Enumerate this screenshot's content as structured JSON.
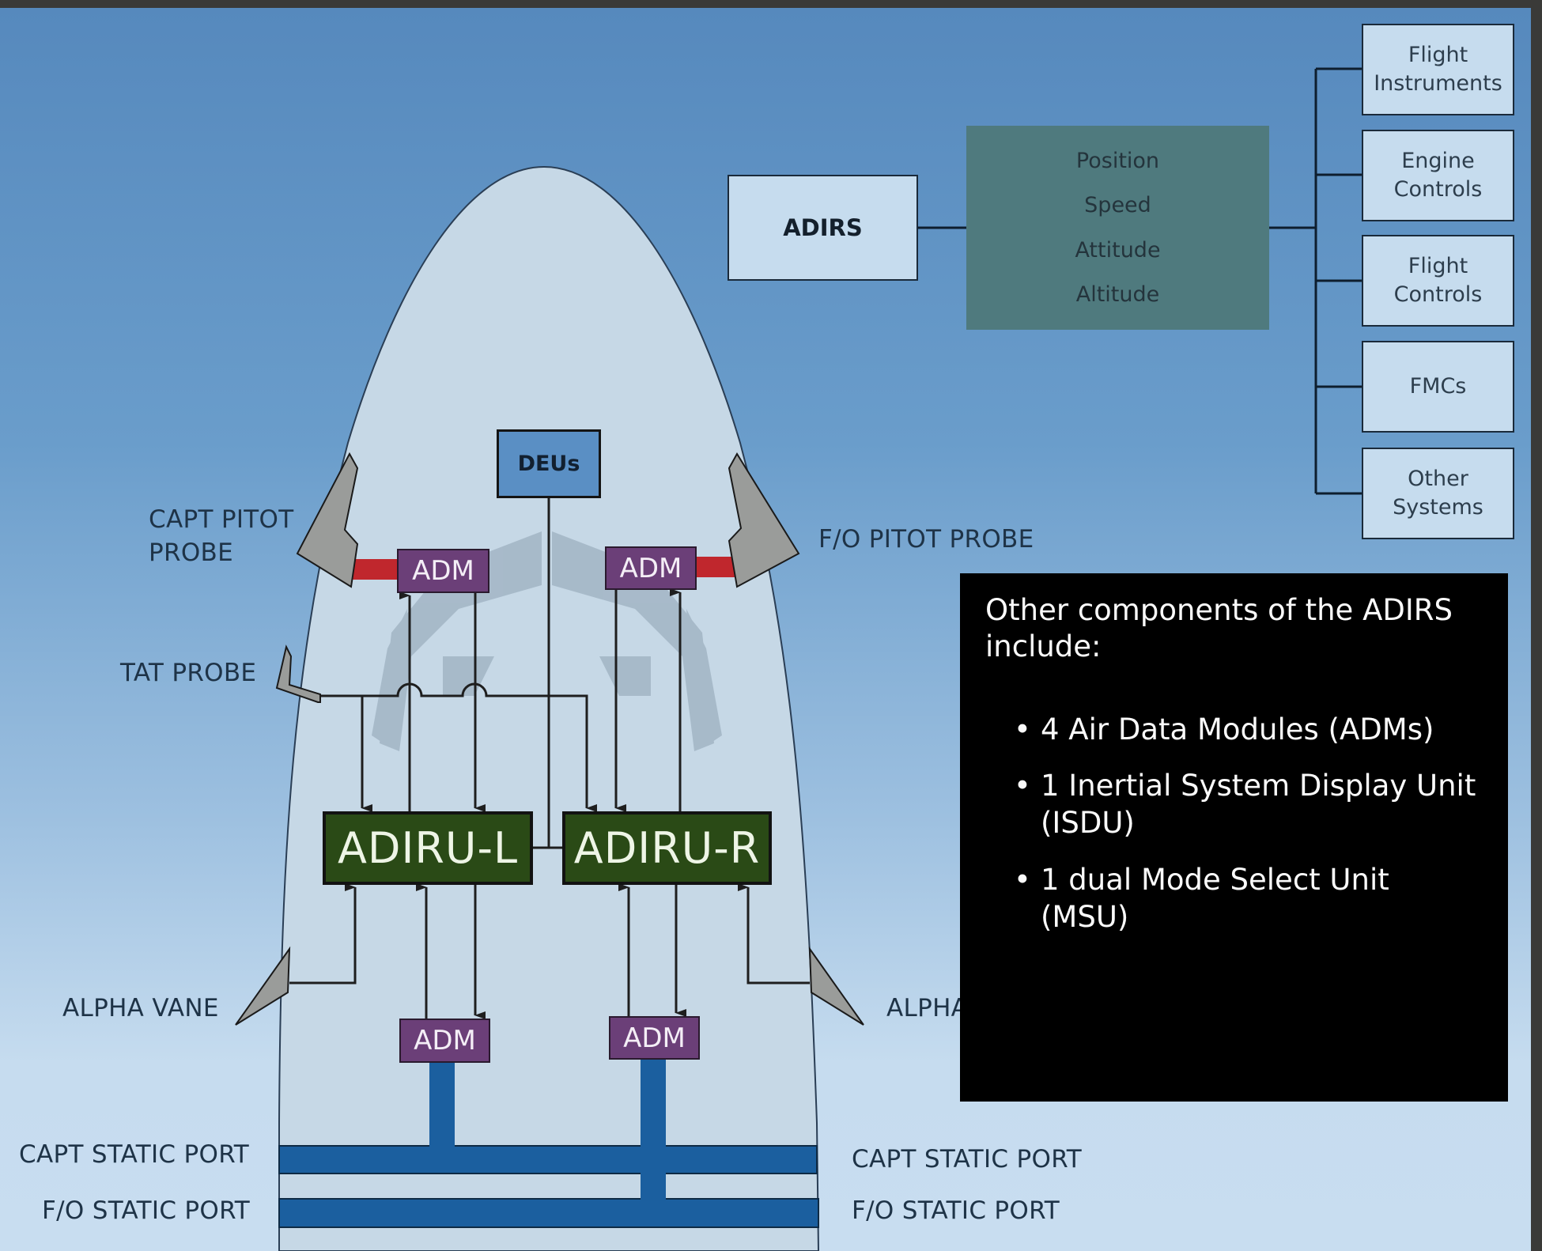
{
  "diagram": {
    "title_box": "ADIRS",
    "outputs": [
      "Position",
      "Speed",
      "Attitude",
      "Altitude"
    ],
    "systems": [
      {
        "label": "Flight\nInstruments"
      },
      {
        "label": "Engine\nControls"
      },
      {
        "label": "Flight\nControls"
      },
      {
        "label": "FMCs"
      },
      {
        "label": "Other\nSystems"
      }
    ],
    "schematic": {
      "deus": "DEUs",
      "adm": "ADM",
      "adiru_left": "ADIRU-L",
      "adiru_right": "ADIRU-R",
      "labels": {
        "capt_pitot": "CAPT PITOT\nPROBE",
        "fo_pitot": "F/O PITOT PROBE",
        "tat_probe": "TAT PROBE",
        "alpha_vane_left": "ALPHA VANE",
        "alpha_vane_right": "ALPHA VANE",
        "capt_static_left": "CAPT STATIC PORT",
        "fo_static_left": "F/O STATIC PORT",
        "capt_static_right": "CAPT STATIC PORT",
        "fo_static_right": "F/O STATIC PORT"
      }
    },
    "colors": {
      "adm": "#6b3f78",
      "adiru": "#2a4a16",
      "pitot_line": "#c0272d",
      "static_line": "#1b5f9f",
      "deus": "#5a8fc4",
      "output_panel": "#4f7a7e"
    }
  },
  "info_panel": {
    "heading": "Other components of the ADIRS include:",
    "bullet": "•",
    "items": [
      "4 Air Data Modules (ADMs)",
      "1 Inertial System Display Unit (ISDU)",
      "1 dual Mode Select Unit (MSU)"
    ]
  }
}
